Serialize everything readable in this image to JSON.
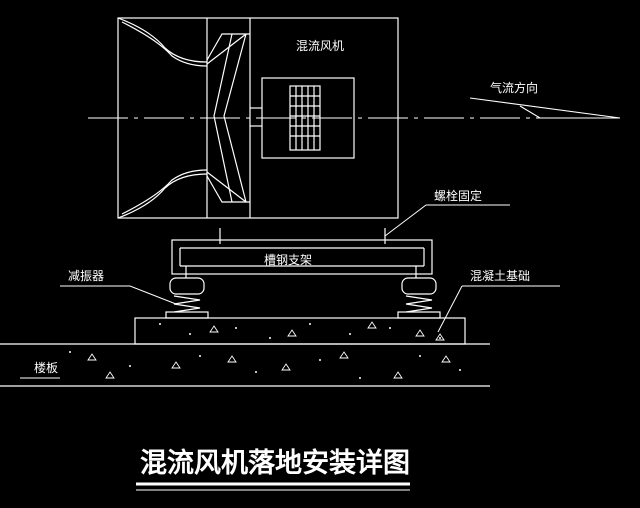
{
  "labels": {
    "fan_name": "混流风机",
    "airflow_direction": "气流方向",
    "bolt_fixing": "螺栓固定",
    "channel_steel_frame": "槽钢支架",
    "vibration_damper": "减振器",
    "concrete_base": "混凝土基础",
    "floor_slab": "楼板"
  },
  "title": "混流风机落地安装详图",
  "colors": {
    "background": "#000000",
    "line": "#ffffff"
  }
}
